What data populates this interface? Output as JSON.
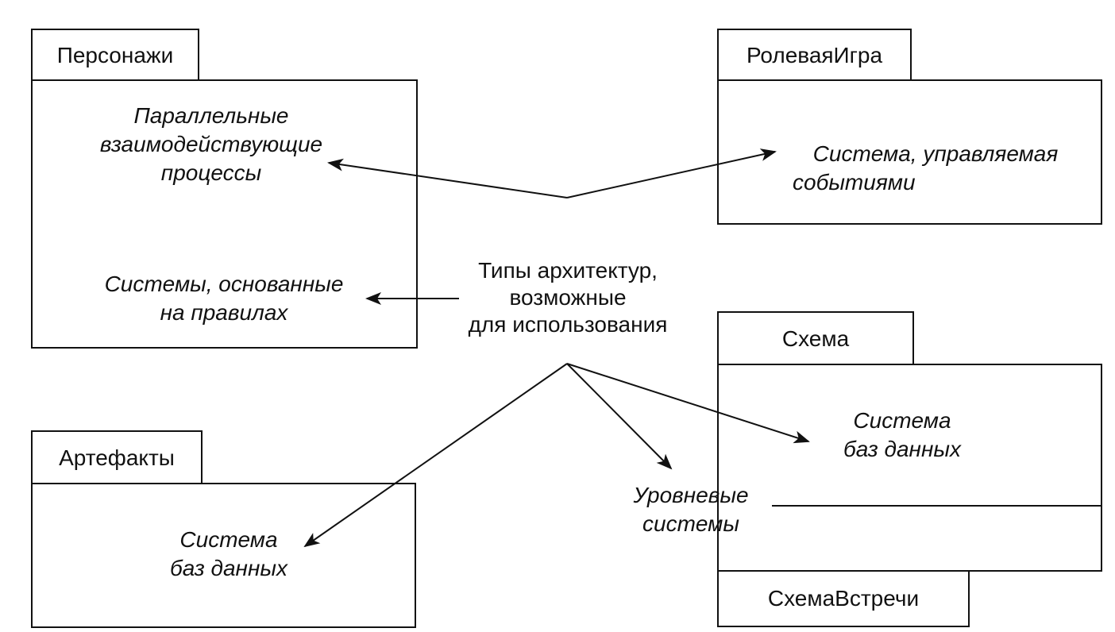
{
  "packages": {
    "personazhi": {
      "name": "Персонажи"
    },
    "rolevaya_igra": {
      "name": "РолеваяИгра"
    },
    "artefakty": {
      "name": "Артефакты"
    },
    "skhema": {
      "name": "Схема"
    },
    "skhema_vstrechi": {
      "name": "СхемаВстречи"
    }
  },
  "center_label": [
    "Типы архитектур,",
    "возможные",
    "для использования"
  ],
  "architectures": {
    "parallel": [
      "Параллельные",
      "взаимодействующие",
      "процессы"
    ],
    "event_driven": [
      "Система, управляемая",
      "событиями"
    ],
    "rule_based": [
      "Системы, основанные",
      "на правилах"
    ],
    "database_artefacts": [
      "Система",
      "баз данных"
    ],
    "database_skhema": [
      "Система",
      "баз данных"
    ],
    "layered": [
      "Уровневые",
      "системы"
    ]
  }
}
